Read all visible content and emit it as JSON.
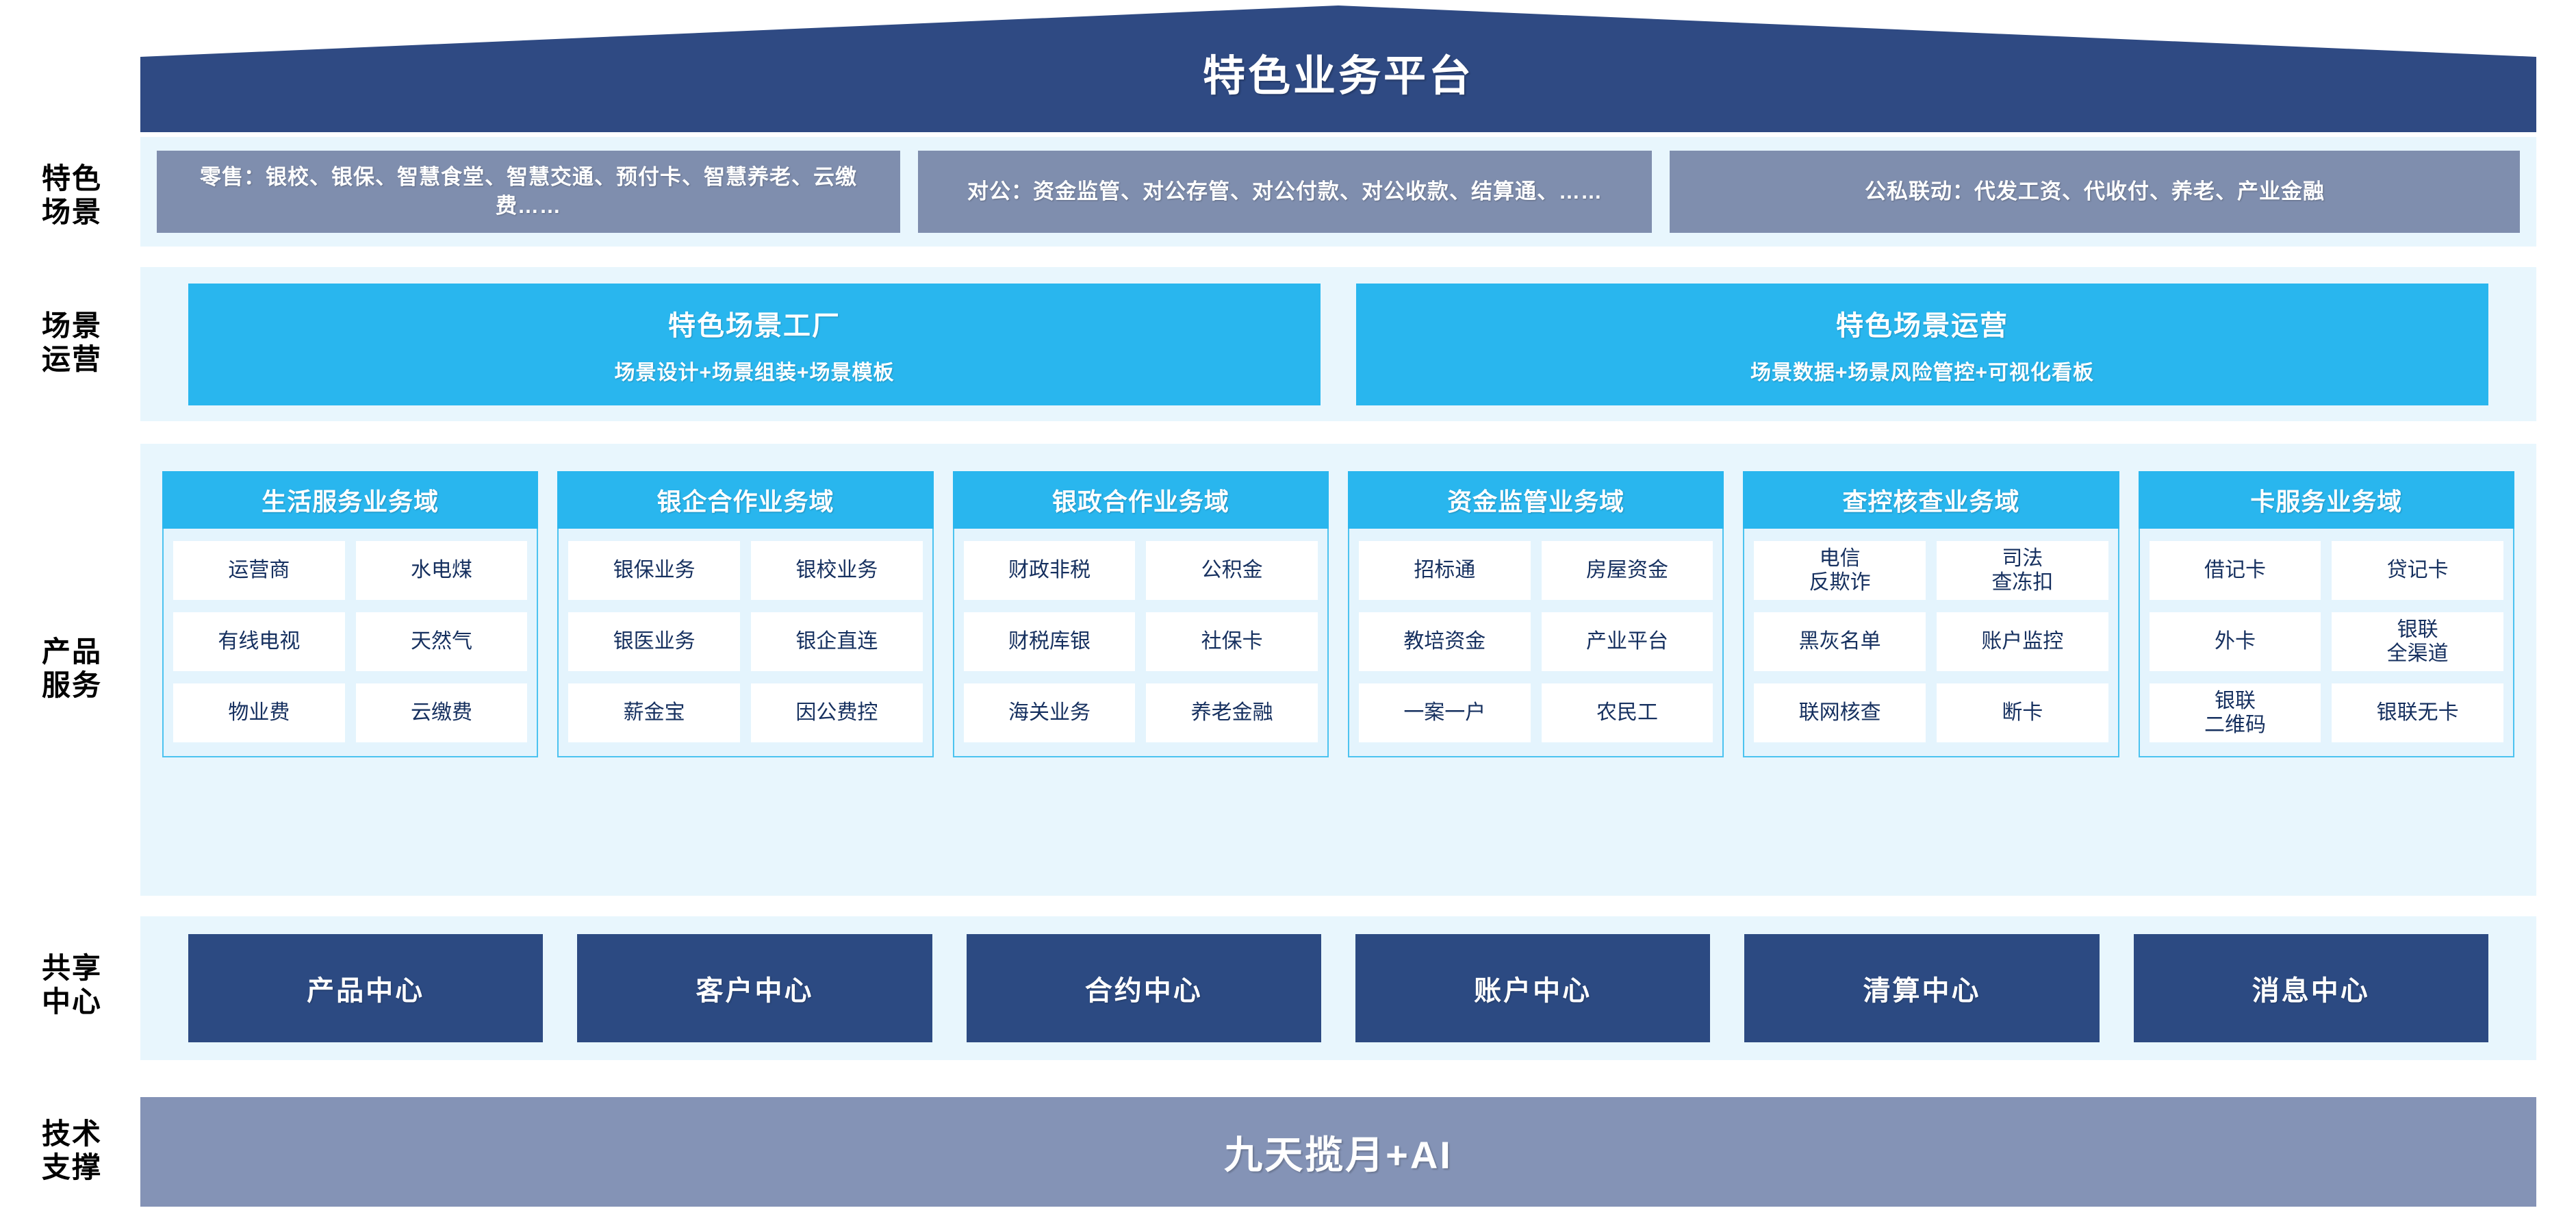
{
  "header": {
    "title": "特色业务平台",
    "roof_color": "#2f4a83"
  },
  "row_labels": {
    "scenario": "特色\n场景",
    "operation": "场景\n运营",
    "product": "产品\n服务",
    "center": "共享\n中心",
    "tech": "技术\n支撑"
  },
  "colors": {
    "band_bg": "#e8f6fd",
    "scenario_box": "#7f8eae",
    "cyan": "#29b6ee",
    "navy": "#2c4a82",
    "tech_bar": "#8493b6",
    "card_text": "#16305f"
  },
  "scenarios": [
    {
      "text": "零售：银校、银保、智慧食堂、智慧交通、预付卡、智慧养老、云缴费……"
    },
    {
      "text": "对公：资金监管、对公存管、对公付款、对公收款、结算通、……"
    },
    {
      "text": "公私联动：代发工资、代收付、养老、产业金融"
    }
  ],
  "operations": [
    {
      "title": "特色场景工厂",
      "subtitle": "场景设计+场景组装+场景模板"
    },
    {
      "title": "特色场景运营",
      "subtitle": "场景数据+场景风险管控+可视化看板"
    }
  ],
  "domains": [
    {
      "title": "生活服务业务域",
      "rows": [
        [
          "运营商",
          "水电煤"
        ],
        [
          "有线电视",
          "天然气"
        ],
        [
          "物业费",
          "云缴费"
        ]
      ]
    },
    {
      "title": "银企合作业务域",
      "rows": [
        [
          "银保业务",
          "银校业务"
        ],
        [
          "银医业务",
          "银企直连"
        ],
        [
          "薪金宝",
          "因公费控"
        ]
      ]
    },
    {
      "title": "银政合作业务域",
      "rows": [
        [
          "财政非税",
          "公积金"
        ],
        [
          "财税库银",
          "社保卡"
        ],
        [
          "海关业务",
          "养老金融"
        ]
      ]
    },
    {
      "title": "资金监管业务域",
      "rows": [
        [
          "招标通",
          "房屋资金"
        ],
        [
          "教培资金",
          "产业平台"
        ],
        [
          "一案一户",
          "农民工"
        ]
      ]
    },
    {
      "title": "查控核查业务域",
      "rows": [
        [
          "电信\n反欺诈",
          "司法\n查冻扣"
        ],
        [
          "黑灰名单",
          "账户监控"
        ],
        [
          "联网核查",
          "断卡"
        ]
      ]
    },
    {
      "title": "卡服务业务域",
      "rows": [
        [
          "借记卡",
          "贷记卡"
        ],
        [
          "外卡",
          "银联\n全渠道"
        ],
        [
          "银联\n二维码",
          "银联无卡"
        ]
      ]
    }
  ],
  "centers": [
    {
      "label": "产品中心"
    },
    {
      "label": "客户中心"
    },
    {
      "label": "合约中心"
    },
    {
      "label": "账户中心"
    },
    {
      "label": "清算中心"
    },
    {
      "label": "消息中心"
    }
  ],
  "tech": {
    "title": "九天揽月+AI"
  }
}
